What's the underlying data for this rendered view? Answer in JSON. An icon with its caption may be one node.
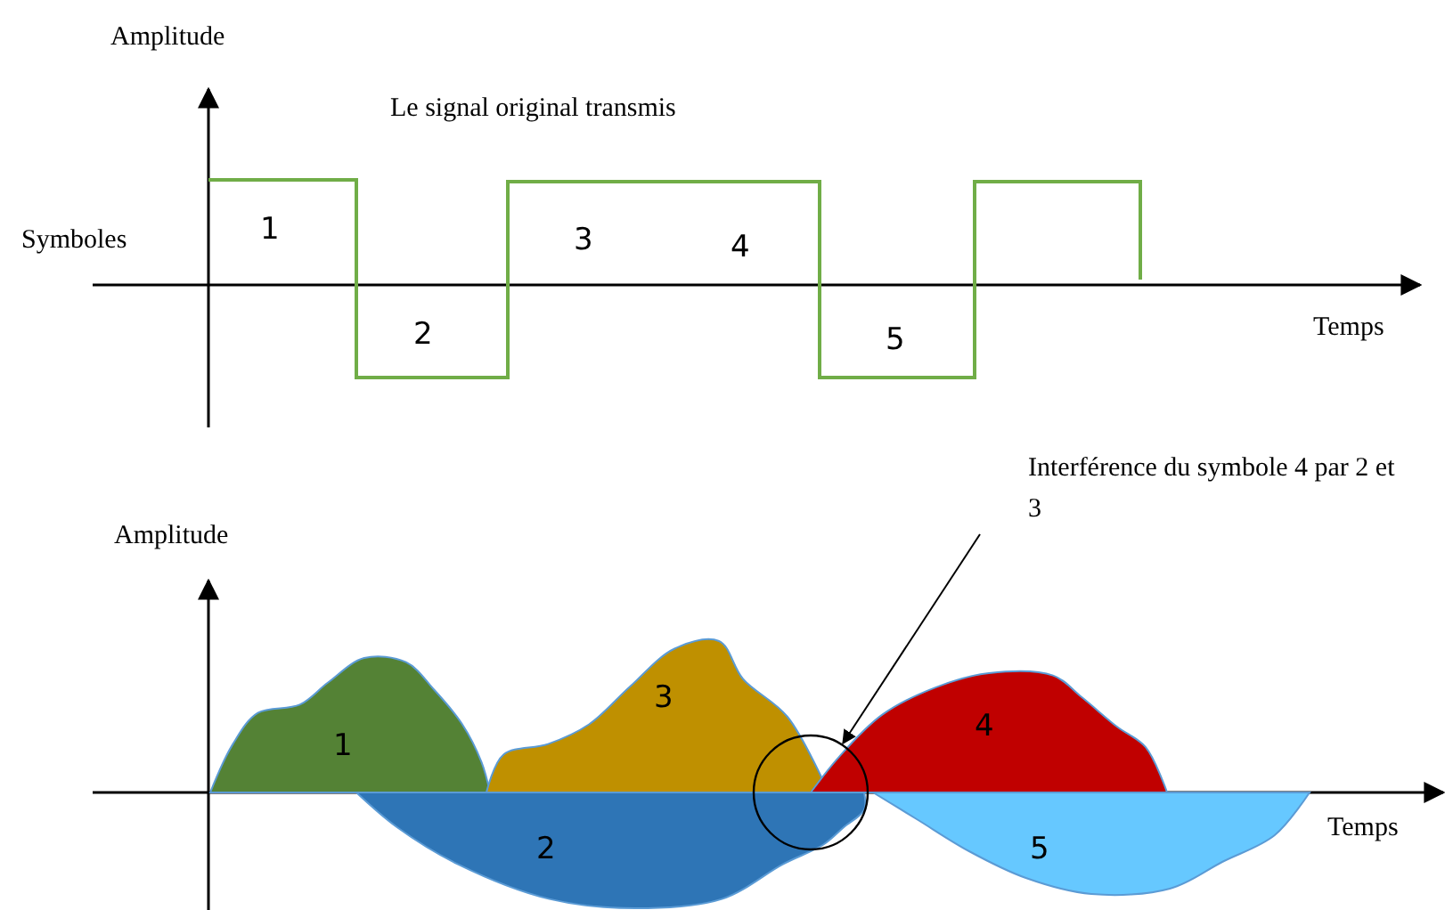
{
  "diagram": {
    "nodes": [
      {
        "text": [
          "Interférence du symbole 4 par 2 et 3"
        ]
      },
      {
        "text": [],
        "shape": "circle"
      },
      {
        "text": [
          "1"
        ]
      },
      {
        "text": [
          "2"
        ]
      },
      {
        "text": [
          "3"
        ]
      },
      {
        "text": [
          "4"
        ]
      },
      {
        "text": [
          "5"
        ]
      }
    ],
    "edges": [
      {
        "from": 0,
        "to": 1,
        "arrow": "to"
      }
    ],
    "labels": [
      "Amplitude",
      "Le signal original transmis",
      "Symboles",
      "1",
      "3",
      "4",
      "2",
      "5",
      "Temps",
      "Amplitude",
      "Temps"
    ]
  }
}
